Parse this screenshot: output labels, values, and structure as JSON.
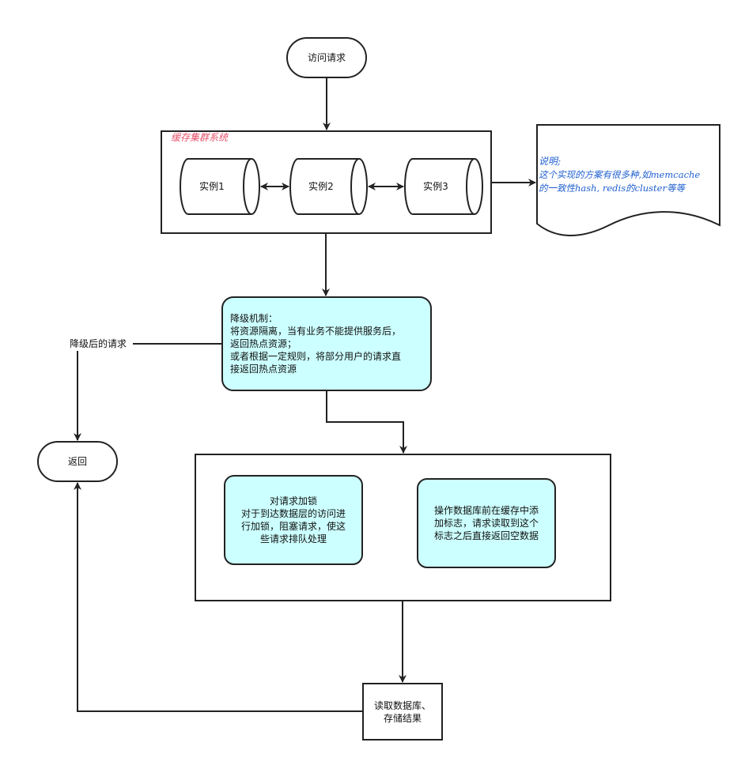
{
  "start": {
    "label": "访问请求"
  },
  "cache_cluster": {
    "title": "缓存集群系统",
    "instances": [
      "实例1",
      "实例2",
      "实例3"
    ]
  },
  "note": {
    "lines": [
      "说明;",
      "这个实现的方案有很多种,如memcache",
      "的一致性hash, redis的cluster等等"
    ]
  },
  "degrade": {
    "lines": [
      "降级机制：",
      "将资源隔离，当有业务不能提供服务后，",
      "返回热点资源；",
      "或者根据一定规则，将部分用户的请求直",
      "接返回热点资源"
    ]
  },
  "degrade_edge_label": "降级后的请求",
  "return_node": {
    "label": "返回"
  },
  "lock_box": {
    "lines": [
      "对请求加锁",
      "对于到达数据层的访问进",
      "行加锁，阻塞请求，使这",
      "些请求排队处理"
    ]
  },
  "flag_box": {
    "lines": [
      "操作数据库前在缓存中添",
      "加标志，请求读取到这个",
      "标志之后直接返回空数据"
    ]
  },
  "db_box": {
    "lines": [
      "读取数据库、",
      "存储结果"
    ]
  },
  "colors": {
    "stroke": "#222222",
    "process_fill": "#ccffff",
    "note_text": "#1f5fd0",
    "cluster_title": "#e5506a"
  }
}
